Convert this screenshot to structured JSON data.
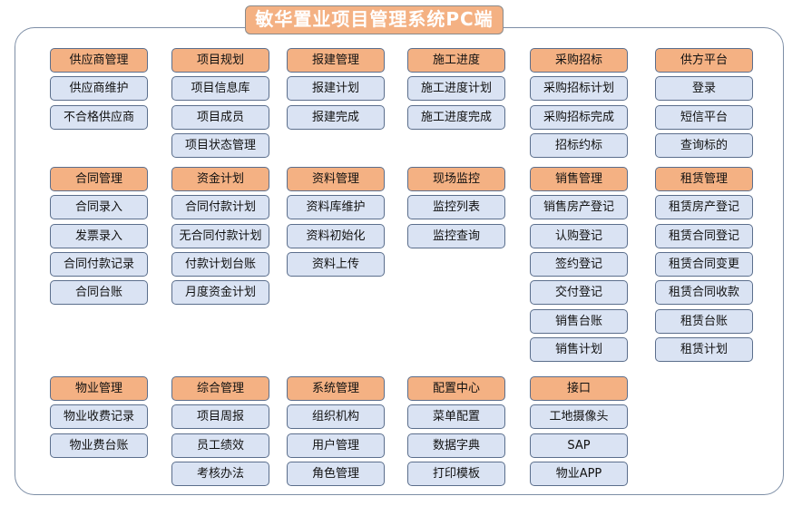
{
  "title": "敏华置业项目管理系统PC端",
  "colors": {
    "header": "#f4b183",
    "item": "#dae3f3",
    "border": "#5b6e8c"
  },
  "rows": [
    [
      {
        "name": "供应商管理",
        "items": [
          "供应商维护",
          "不合格供应商"
        ]
      },
      {
        "name": "项目规划",
        "items": [
          "项目信息库",
          "项目成员",
          "项目状态管理"
        ]
      },
      {
        "name": "报建管理",
        "items": [
          "报建计划",
          "报建完成"
        ]
      },
      {
        "name": "施工进度",
        "items": [
          "施工进度计划",
          "施工进度完成"
        ]
      },
      {
        "name": "采购招标",
        "items": [
          "采购招标计划",
          "采购招标完成",
          "招标约标"
        ]
      },
      {
        "name": "供方平台",
        "items": [
          "登录",
          "短信平台",
          "查询标的"
        ]
      }
    ],
    [
      {
        "name": "合同管理",
        "items": [
          "合同录入",
          "发票录入",
          "合同付款记录",
          "合同台账"
        ]
      },
      {
        "name": "资金计划",
        "items": [
          "合同付款计划",
          "无合同付款计划",
          "付款计划台账",
          "月度资金计划"
        ]
      },
      {
        "name": "资料管理",
        "items": [
          "资料库维护",
          "资料初始化",
          "资料上传"
        ]
      },
      {
        "name": "现场监控",
        "items": [
          "监控列表",
          "监控查询"
        ]
      },
      {
        "name": "销售管理",
        "items": [
          "销售房产登记",
          "认购登记",
          "签约登记",
          "交付登记",
          "销售台账",
          "销售计划"
        ]
      },
      {
        "name": "租赁管理",
        "items": [
          "租赁房产登记",
          "租赁合同登记",
          "租赁合同变更",
          "租赁合同收款",
          "租赁台账",
          "租赁计划"
        ]
      }
    ],
    [
      {
        "name": "物业管理",
        "items": [
          "物业收费记录",
          "物业费台账"
        ]
      },
      {
        "name": "综合管理",
        "items": [
          "项目周报",
          "员工绩效",
          "考核办法"
        ]
      },
      {
        "name": "系统管理",
        "items": [
          "组织机构",
          "用户管理",
          "角色管理"
        ]
      },
      {
        "name": "配置中心",
        "items": [
          "菜单配置",
          "数据字典",
          "打印模板"
        ]
      },
      {
        "name": "接口",
        "items": [
          "工地摄像头",
          "SAP",
          "物业APP"
        ]
      }
    ]
  ]
}
